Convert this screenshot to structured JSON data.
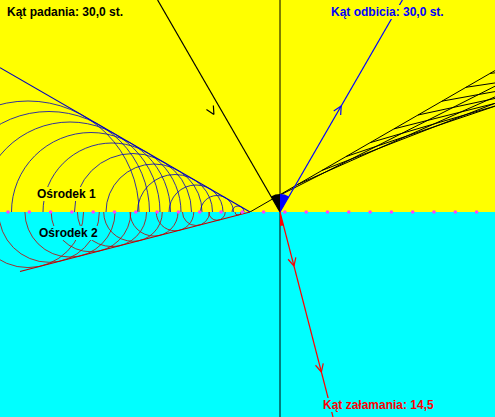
{
  "diagram": {
    "labels": [
      "Kąt padania: 30,0 st.",
      "Kąt odbicia: 30,0 st.",
      "Ośrodek 1",
      "Ośrodek 2",
      "Kąt załamania: 14,5"
    ]
  }
}
